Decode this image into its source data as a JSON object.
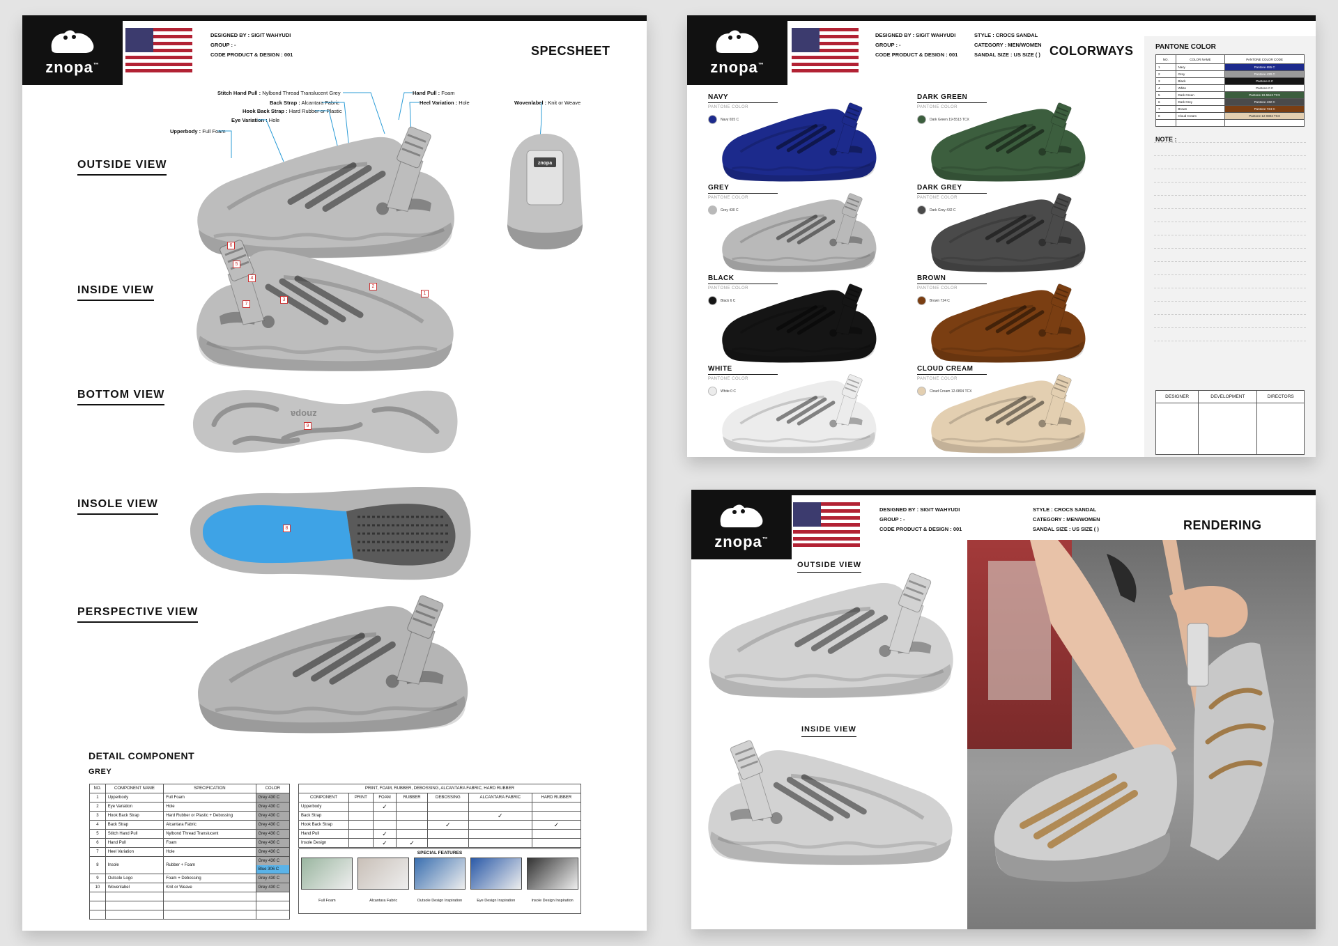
{
  "brand": {
    "name": "znopa",
    "tm": "™"
  },
  "header": {
    "designed_by": "DESIGNED BY : SIGIT WAHYUDI",
    "group": "GROUP : -",
    "code": "CODE PRODUCT & DESIGN : 001",
    "style": "STYLE : CROCS SANDAL",
    "category": "CATEGORY : MEN/WOMEN",
    "size": "SANDAL SIZE : US SIZE (  )"
  },
  "specsheet": {
    "title": "SPECSHEET",
    "views": {
      "outside": "OUTSIDE VIEW",
      "inside": "INSIDE VIEW",
      "bottom": "BOTTOM VIEW",
      "insole": "INSOLE VIEW",
      "perspective": "PERSPECTIVE VIEW"
    },
    "callouts": [
      {
        "label": "Stitch Hand Pull :",
        "value": "Nylbond Thread Translucent Grey"
      },
      {
        "label": "Hand Pull :",
        "value": "Foam"
      },
      {
        "label": "Back Strap :",
        "value": "Alcantara Fabric"
      },
      {
        "label": "Heel Variation :",
        "value": "Hole"
      },
      {
        "label": "Hook Back Strap :",
        "value": "Hard Rubber or Plastic"
      },
      {
        "label": "Wovenlabel :",
        "value": "Knit or Weave"
      },
      {
        "label": "Eye Variation :",
        "value": "Hole"
      },
      {
        "label": "Upperbody :",
        "value": "Full Foam"
      }
    ],
    "inside_numbers": [
      "6",
      "5",
      "4",
      "7",
      "3",
      "2",
      "1"
    ],
    "bottom_number": "9",
    "insole_number": "8",
    "sole_logo": "znopa",
    "detail_title": "DETAIL COMPONENT",
    "detail_sub": "GREY",
    "comp_headers": [
      "NO.",
      "COMPONENT NAME",
      "SPECIFICATION",
      "COLOR"
    ],
    "components": [
      {
        "no": "1",
        "name": "Upperbody",
        "spec": "Full Foam",
        "color": "Grey 430 C"
      },
      {
        "no": "2",
        "name": "Eye Variation",
        "spec": "Hole",
        "color": "Grey 430 C"
      },
      {
        "no": "3",
        "name": "Hook Back Strap",
        "spec": "Hard Rubber or Plastic + Debossing",
        "color": "Grey 430 C"
      },
      {
        "no": "4",
        "name": "Back Strap",
        "spec": "Alcantara Fabric",
        "color": "Grey 430 C"
      },
      {
        "no": "5",
        "name": "Stitch Hand Pull",
        "spec": "Nylbond Thread Translucent",
        "color": "Grey 430 C"
      },
      {
        "no": "6",
        "name": "Hand Pull",
        "spec": "Foam",
        "color": "Grey 430 C"
      },
      {
        "no": "7",
        "name": "Heel Variation",
        "spec": "Hole",
        "color": "Grey 430 C"
      },
      {
        "no": "8",
        "name": "Insole",
        "spec": "Rubber + Foam",
        "color": "Grey 430 C",
        "color2": "Blue 306 C"
      },
      {
        "no": "9",
        "name": "Outsole Logo",
        "spec": "Foam + Debossing",
        "color": "Grey 430 C"
      },
      {
        "no": "10",
        "name": "Wovenlabel",
        "spec": "Knit or Weave",
        "color": "Grey 430 C"
      }
    ],
    "mat_title": "PRINT, FOAM, RUBBER, DEBOSSING, ALCANTARA FABRIC, HARD RUBBER",
    "mat_headers": [
      "COMPONENT",
      "PRINT",
      "FOAM",
      "RUBBER",
      "DEBOSSING",
      "ALCANTARA FABRIC",
      "HARD RUBBER"
    ],
    "mat_rows": [
      {
        "name": "Upperbody",
        "checks": [
          0,
          1,
          0,
          0,
          0,
          0
        ]
      },
      {
        "name": "Back Strap",
        "checks": [
          0,
          0,
          0,
          0,
          1,
          0
        ]
      },
      {
        "name": "Hook Back Strap",
        "checks": [
          0,
          0,
          0,
          1,
          0,
          1
        ]
      },
      {
        "name": "Hand Pull",
        "checks": [
          0,
          1,
          0,
          0,
          0,
          0
        ]
      },
      {
        "name": "Insole Design",
        "checks": [
          0,
          1,
          1,
          0,
          0,
          0
        ]
      }
    ],
    "check_mark": "✓",
    "special_title": "SPECIAL FEATURES",
    "features": [
      "Full Foam",
      "Alcantara Fabric",
      "Outsole Design Inspiration",
      "Eye Design Inspiration",
      "Insole Design Inspiration"
    ]
  },
  "colorways": {
    "title": "COLORWAYS",
    "pantone_label": "PANTONE COLOR",
    "items": [
      {
        "name": "NAVY",
        "code": "Navy 655 C",
        "hex": "#1c2a8c"
      },
      {
        "name": "DARK GREEN",
        "code": "Dark Green 19-5513 TCX",
        "hex": "#3c5e3e"
      },
      {
        "name": "GREY",
        "code": "Grey 430 C",
        "hex": "#b9b9b9"
      },
      {
        "name": "DARK GREY",
        "code": "Dark Grey 432 C",
        "hex": "#4a4a4a"
      },
      {
        "name": "BLACK",
        "code": "Black 6 C",
        "hex": "#151515"
      },
      {
        "name": "BROWN",
        "code": "Brown 724 C",
        "hex": "#7a3e12"
      },
      {
        "name": "WHITE",
        "code": "White 0 C",
        "hex": "#ececec"
      },
      {
        "name": "CLOUD CREAM",
        "code": "Cloud Cream 12-0804 TCX",
        "hex": "#e3cfb1"
      }
    ],
    "side_title": "PANTONE COLOR",
    "side_headers": [
      "NO.",
      "COLOR NAME",
      "PANTONE COLOR CODE"
    ],
    "side_rows": [
      {
        "no": "1",
        "name": "Navy",
        "code": "Pantone 655 C",
        "hex": "#1c2a8c"
      },
      {
        "no": "2",
        "name": "Grey",
        "code": "Pantone 430 C",
        "hex": "#9a9a9a"
      },
      {
        "no": "3",
        "name": "Black",
        "code": "Pantone 6 C",
        "hex": "#151515"
      },
      {
        "no": "4",
        "name": "White",
        "code": "Pantone 0 C",
        "hex": "#ffffff"
      },
      {
        "no": "5",
        "name": "Dark Green",
        "code": "Pantone 19-5513 TCX",
        "hex": "#3c5e3e"
      },
      {
        "no": "6",
        "name": "Dark Grey",
        "code": "Pantone 432 C",
        "hex": "#4a4a4a"
      },
      {
        "no": "7",
        "name": "Brown",
        "code": "Pantone 724 C",
        "hex": "#7a3e12"
      },
      {
        "no": "8",
        "name": "Cloud Cream",
        "code": "Pantone 12-0804 TCX",
        "hex": "#e3cfb1"
      }
    ],
    "note_label": "NOTE :",
    "sign_headers": [
      "DESIGNER",
      "DEVELOPMENT",
      "DIRECTORS"
    ]
  },
  "rendering": {
    "title": "RENDERING",
    "outside": "OUTSIDE VIEW",
    "inside": "INSIDE VIEW"
  }
}
